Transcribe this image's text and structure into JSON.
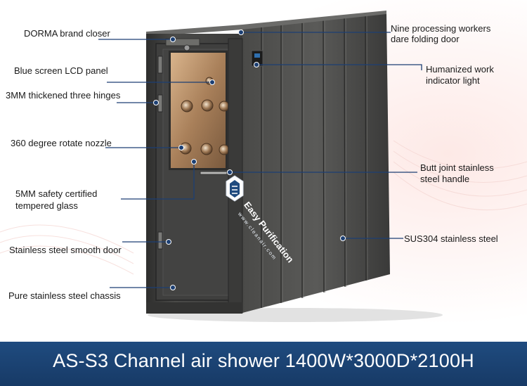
{
  "labels": {
    "dorma_closer": "DORMA brand closer",
    "lcd_panel": "Blue screen  LCD  panel",
    "hinges": "3MM thickened three hinges",
    "nozzle": "360 degree rotate nozzle",
    "glass_line1": "5MM safety certified",
    "glass_line2": "tempered glass",
    "smooth_door": "Stainless steel smooth door",
    "chassis": "Pure stainless steel chassis",
    "folding_door_line1": "Nine processing workers",
    "folding_door_line2": "dare folding door",
    "indicator_line1": "Humanized work",
    "indicator_line2": "indicator light",
    "handle_line1": "Butt joint stainless",
    "handle_line2": "steel handle",
    "sus304": "SUS304 stainless steel"
  },
  "logo": {
    "name": "Easy Purification",
    "url": "www.cleanair.com"
  },
  "banner": {
    "title": "AS-S3 Channel air shower  1400W*3000D*2100H"
  },
  "colors": {
    "banner": "#1f4b7f",
    "leader_line": "#1c3f73",
    "steel": "#3a3a3a",
    "glass": "#a9805a"
  }
}
